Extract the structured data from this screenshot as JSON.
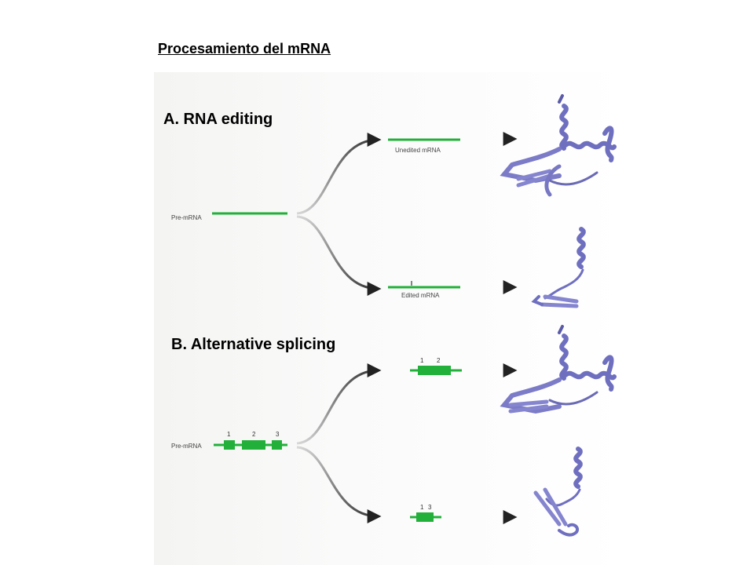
{
  "title": "Procesamiento del mRNA",
  "section_a": {
    "title": "A. RNA editing",
    "pre_label": "Pre-mRNA",
    "unedited_label": "Unedited mRNA",
    "edited_label": "Edited mRNA"
  },
  "section_b": {
    "title": "B. Alternative splicing",
    "pre_label": "Pre-mRNA",
    "pre_exons": [
      "1",
      "2",
      "3"
    ],
    "top_exons": [
      "1",
      "2"
    ],
    "bottom_exons": [
      "1",
      "3"
    ]
  },
  "colors": {
    "rna_green": "#22b03a",
    "protein_blue": "#8a8ad0",
    "protein_edge": "#4a4a9a",
    "arrow": "#222222"
  }
}
